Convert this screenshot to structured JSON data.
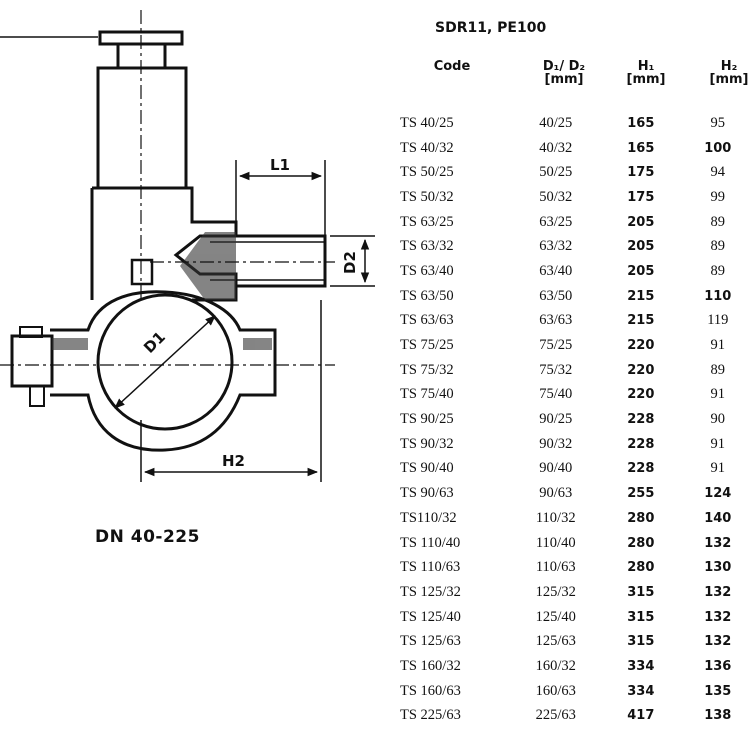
{
  "drawing": {
    "labels": {
      "l1": "L1",
      "d2": "D2",
      "d1": "D1",
      "h2": "H2"
    }
  },
  "caption": "DN 40-225",
  "subtitle": "SDR11,  PE100",
  "headers": {
    "code": "Code",
    "d1d2": "D₁/ D₂",
    "d1d2_unit": "[mm]",
    "h1": "H₁",
    "h1_unit": "[mm]",
    "h2": "H₂",
    "h2_unit": "[mm]"
  },
  "rows": [
    {
      "code": "TS 40/25",
      "dd": "40/25",
      "h1": "165",
      "h2": "95",
      "h2_bold": false
    },
    {
      "code": "TS 40/32",
      "dd": "40/32",
      "h1": "165",
      "h2": "100",
      "h2_bold": true
    },
    {
      "code": "TS 50/25",
      "dd": "50/25",
      "h1": "175",
      "h2": "94",
      "h2_bold": false
    },
    {
      "code": "TS 50/32",
      "dd": "50/32",
      "h1": "175",
      "h2": "99",
      "h2_bold": false
    },
    {
      "code": "TS 63/25",
      "dd": "63/25",
      "h1": "205",
      "h2": "89",
      "h2_bold": false
    },
    {
      "code": "TS 63/32",
      "dd": "63/32",
      "h1": "205",
      "h2": "89",
      "h2_bold": false
    },
    {
      "code": "TS 63/40",
      "dd": "63/40",
      "h1": "205",
      "h2": "89",
      "h2_bold": false
    },
    {
      "code": "TS 63/50",
      "dd": "63/50",
      "h1": "215",
      "h2": "110",
      "h2_bold": true
    },
    {
      "code": "TS 63/63",
      "dd": "63/63",
      "h1": "215",
      "h2": "119",
      "h2_bold": false
    },
    {
      "code": "TS 75/25",
      "dd": "75/25",
      "h1": "220",
      "h2": "91",
      "h2_bold": false
    },
    {
      "code": "TS 75/32",
      "dd": "75/32",
      "h1": "220",
      "h2": "89",
      "h2_bold": false
    },
    {
      "code": "TS 75/40",
      "dd": "75/40",
      "h1": "220",
      "h2": "91",
      "h2_bold": false
    },
    {
      "code": "TS 90/25",
      "dd": "90/25",
      "h1": "228",
      "h2": "90",
      "h2_bold": false
    },
    {
      "code": "TS 90/32",
      "dd": "90/32",
      "h1": "228",
      "h2": "91",
      "h2_bold": false
    },
    {
      "code": "TS 90/40",
      "dd": "90/40",
      "h1": "228",
      "h2": "91",
      "h2_bold": false
    },
    {
      "code": "TS 90/63",
      "dd": "90/63",
      "h1": "255",
      "h2": "124",
      "h2_bold": true
    },
    {
      "code": "TS110/32",
      "dd": "110/32",
      "h1": "280",
      "h2": "140",
      "h2_bold": true
    },
    {
      "code": "TS 110/40",
      "dd": "110/40",
      "h1": "280",
      "h2": "132",
      "h2_bold": true
    },
    {
      "code": "TS 110/63",
      "dd": "110/63",
      "h1": "280",
      "h2": "130",
      "h2_bold": true
    },
    {
      "code": "TS 125/32",
      "dd": "125/32",
      "h1": "315",
      "h2": "132",
      "h2_bold": true
    },
    {
      "code": "TS 125/40",
      "dd": "125/40",
      "h1": "315",
      "h2": "132",
      "h2_bold": true
    },
    {
      "code": "TS 125/63",
      "dd": "125/63",
      "h1": "315",
      "h2": "132",
      "h2_bold": true
    },
    {
      "code": "TS 160/32",
      "dd": "160/32",
      "h1": "334",
      "h2": "136",
      "h2_bold": true
    },
    {
      "code": "TS 160/63",
      "dd": "160/63",
      "h1": "334",
      "h2": "135",
      "h2_bold": true
    },
    {
      "code": "TS 225/63",
      "dd": "225/63",
      "h1": "417",
      "h2": "138",
      "h2_bold": true
    }
  ]
}
